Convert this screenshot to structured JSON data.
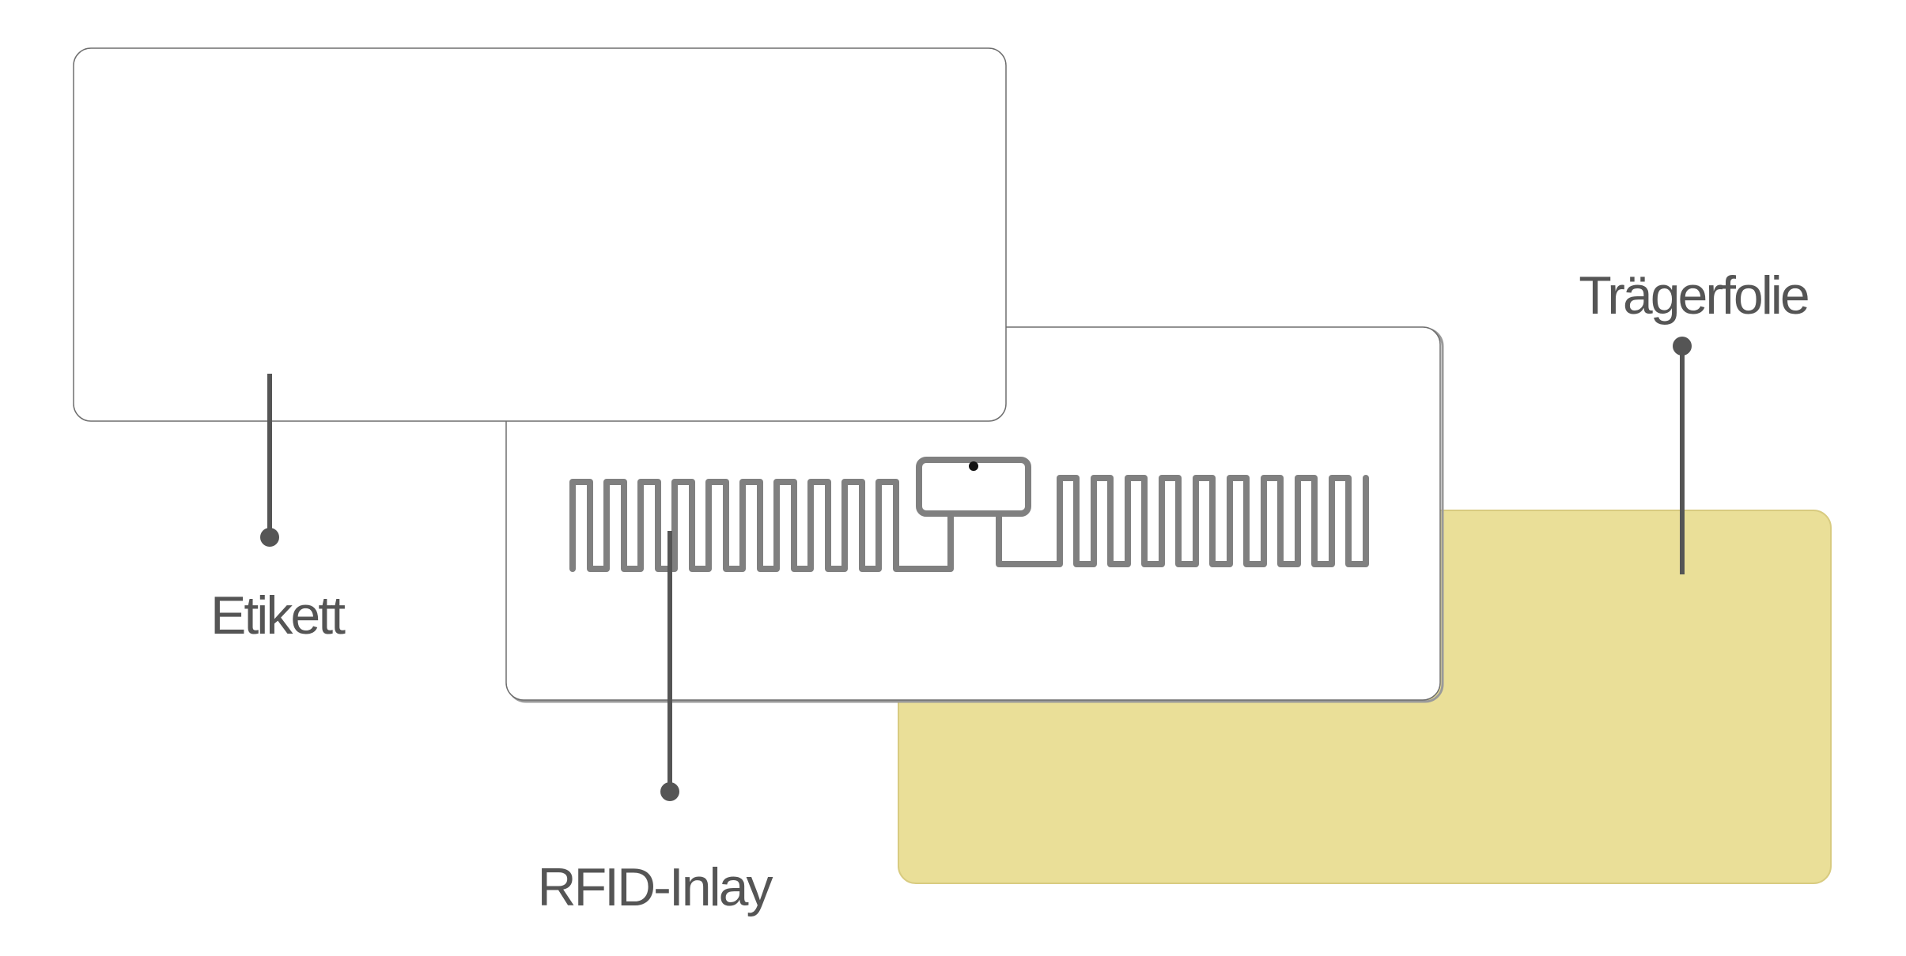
{
  "labels": {
    "etikett": "Etikett",
    "rfid_inlay": "RFID-Inlay",
    "traegerfolie": "Trägerfolie"
  },
  "colors": {
    "carrier_fill": "#EADF98",
    "carrier_edge": "#D8CB80",
    "card_fill": "#FFFFFF",
    "card_stroke": "#6E6E6E",
    "antenna": "#808080",
    "callout": "#555555",
    "text": "#555555"
  },
  "icons": {
    "antenna": "rfid-dipole-antenna-icon",
    "chip": "rfid-chip-icon"
  }
}
